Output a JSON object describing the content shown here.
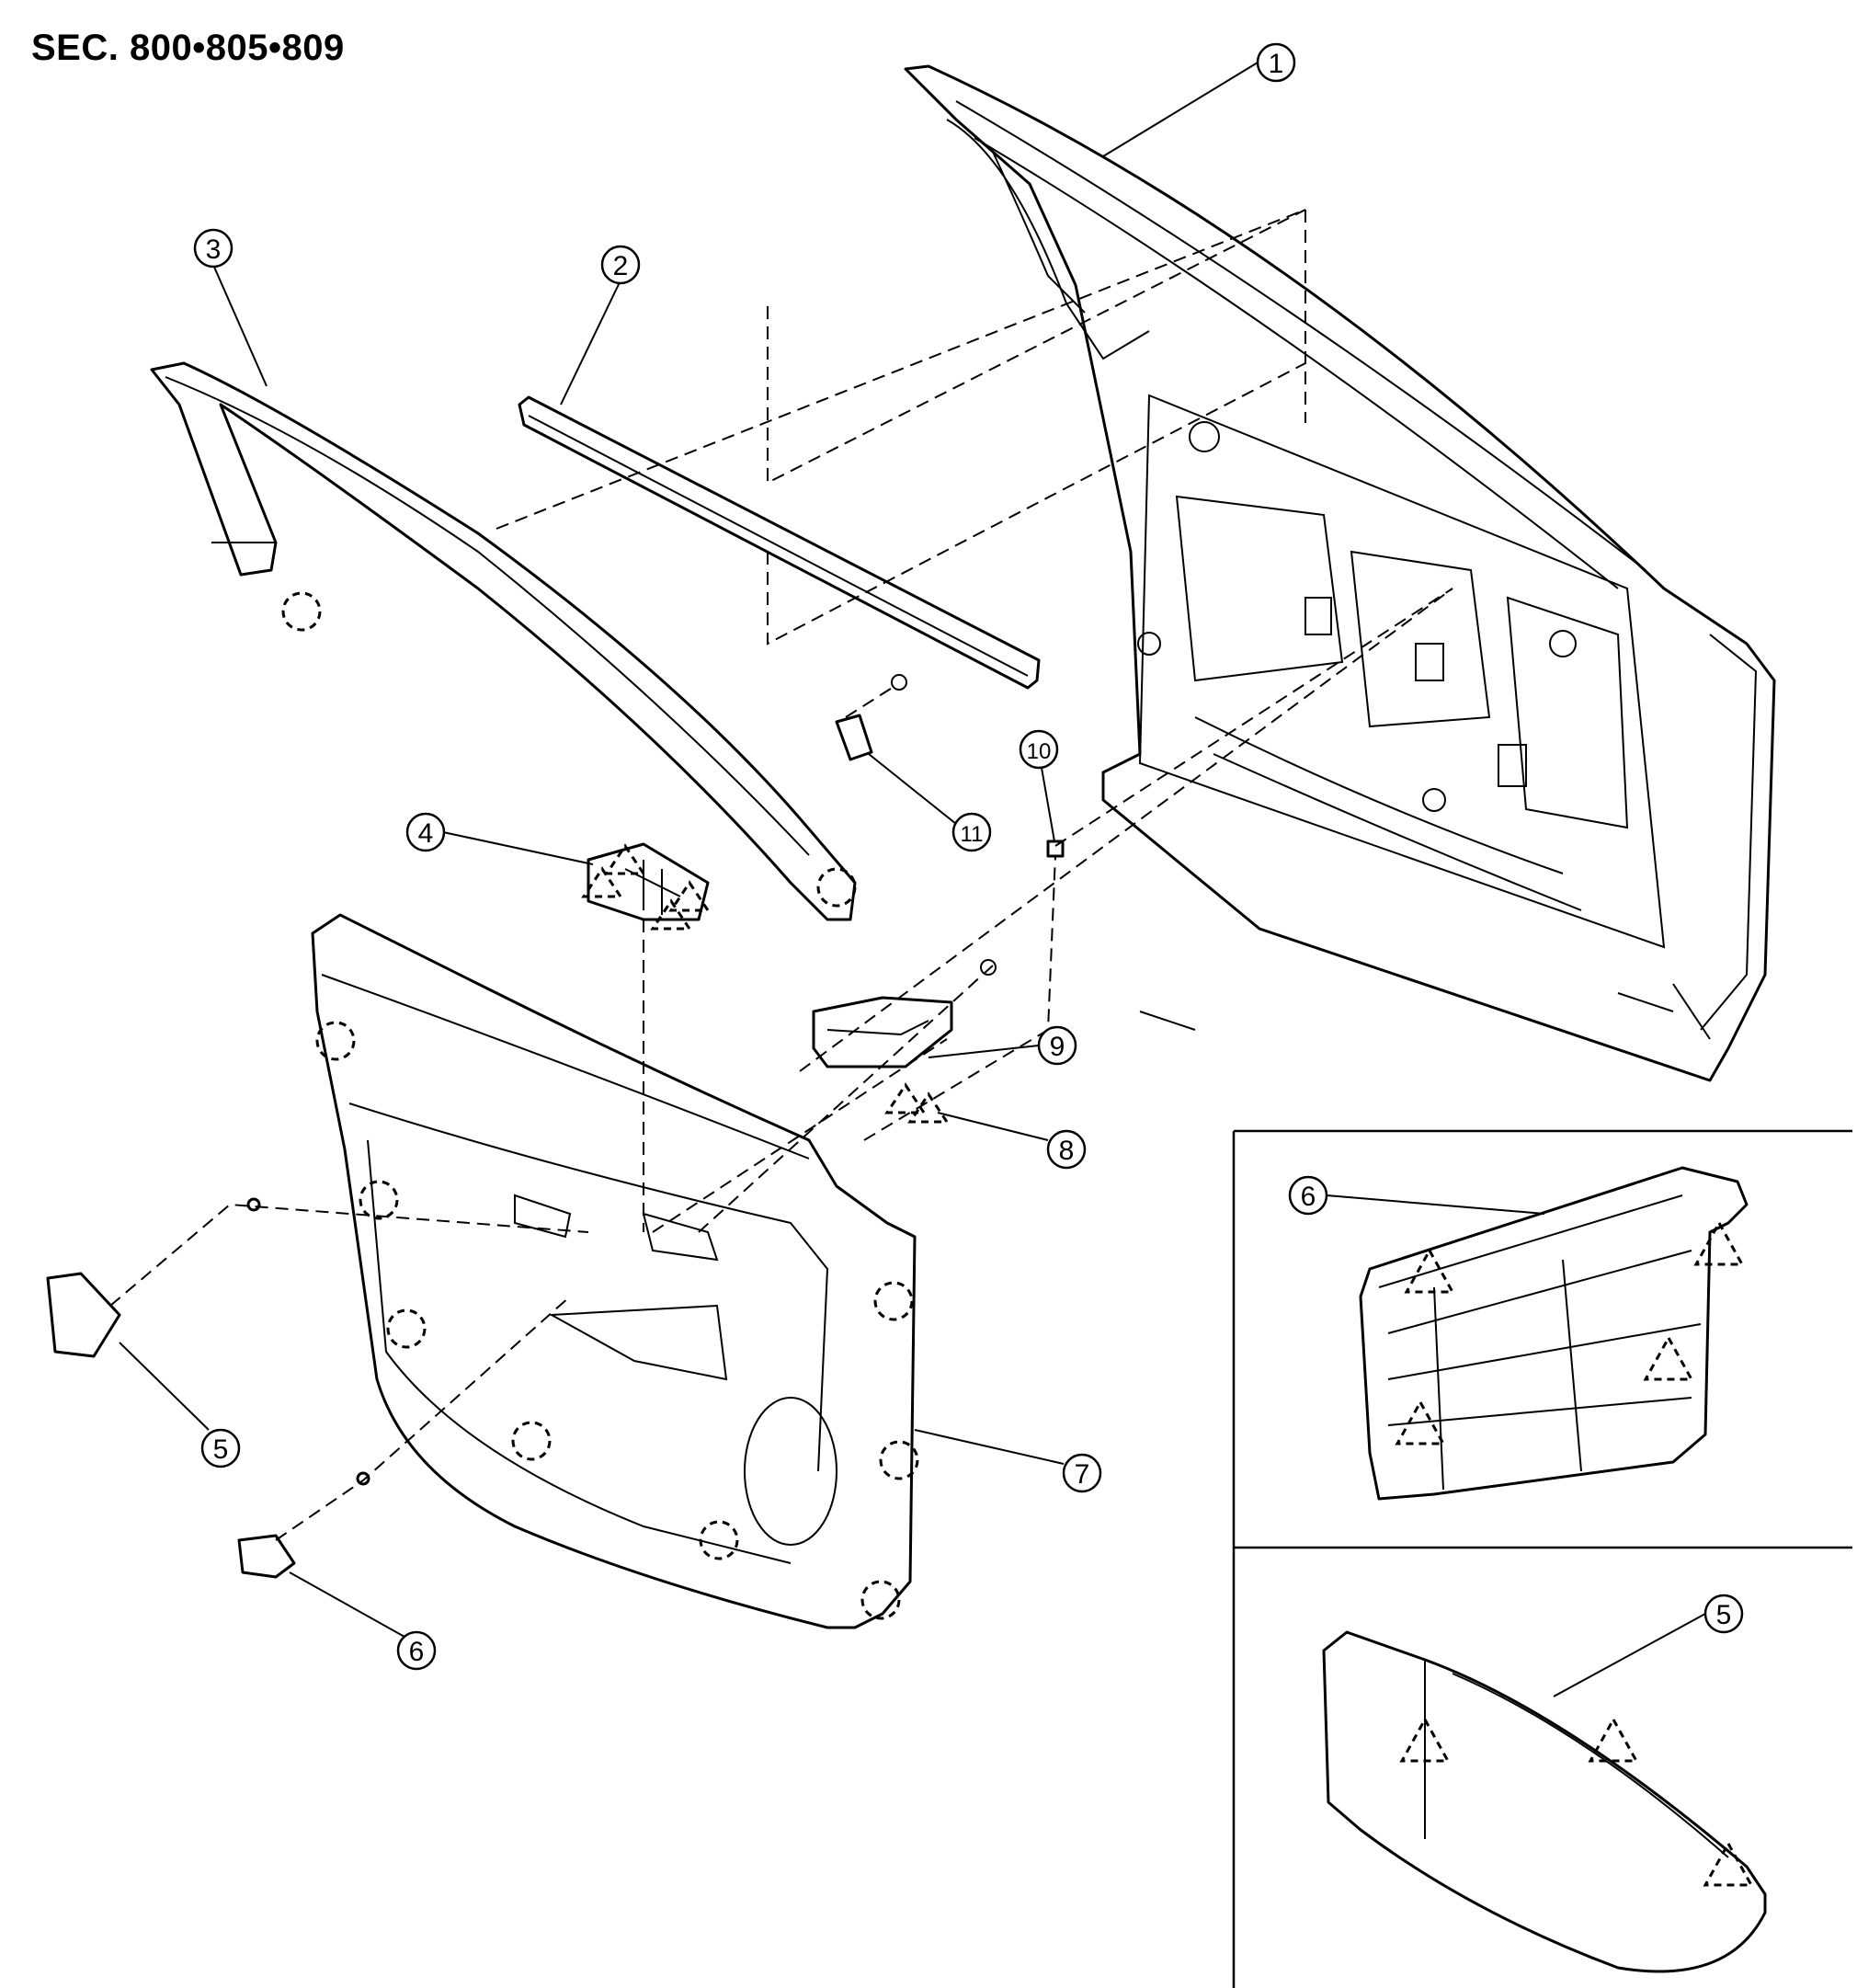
{
  "header": {
    "section_code": "SEC. 800•805•809"
  },
  "callouts": {
    "c1": "1",
    "c2": "2",
    "c3": "3",
    "c4": "4",
    "c5": "5",
    "c6": "6",
    "c7": "7",
    "c8": "8",
    "c9": "9",
    "c10": "10",
    "c11": "11",
    "inset_top_c6": "6",
    "inset_bottom_c5": "5"
  },
  "colors": {
    "line": "#000000",
    "background": "#ffffff"
  },
  "legend_icons": [
    "clip-circle-icon",
    "clip-triangle-icon",
    "screw-icon"
  ]
}
